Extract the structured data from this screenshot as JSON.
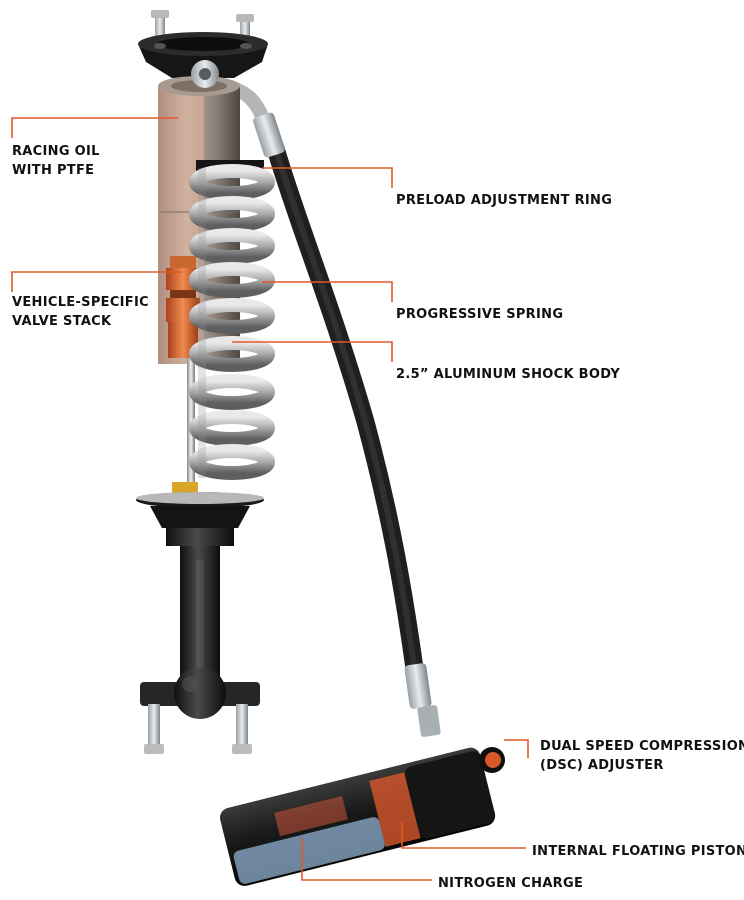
{
  "colors": {
    "leader_line": "#e2582a",
    "label_text": "#111111",
    "accent_orange": "#d8582a",
    "oil_tint": "#e8b39c",
    "nitrogen_tint": "#8fb0cf"
  },
  "callouts": {
    "racing_oil": {
      "line1": "RACING OIL",
      "line2": "WITH PTFE"
    },
    "valve_stack": {
      "line1": "VEHICLE-SPECIFIC",
      "line2": "VALVE STACK"
    },
    "preload_ring": {
      "line1": "PRELOAD ADJUSTMENT RING"
    },
    "progressive_spring": {
      "line1": "PROGRESSIVE SPRING"
    },
    "shock_body": {
      "line1": "2.5” ALUMINUM SHOCK BODY"
    },
    "dsc_adjuster": {
      "line1": "DUAL SPEED COMPRESSION",
      "line2": "(DSC) ADJUSTER"
    },
    "floating_piston": {
      "line1": "INTERNAL FLOATING PISTON"
    },
    "nitrogen_charge": {
      "line1": "NITROGEN CHARGE"
    }
  }
}
